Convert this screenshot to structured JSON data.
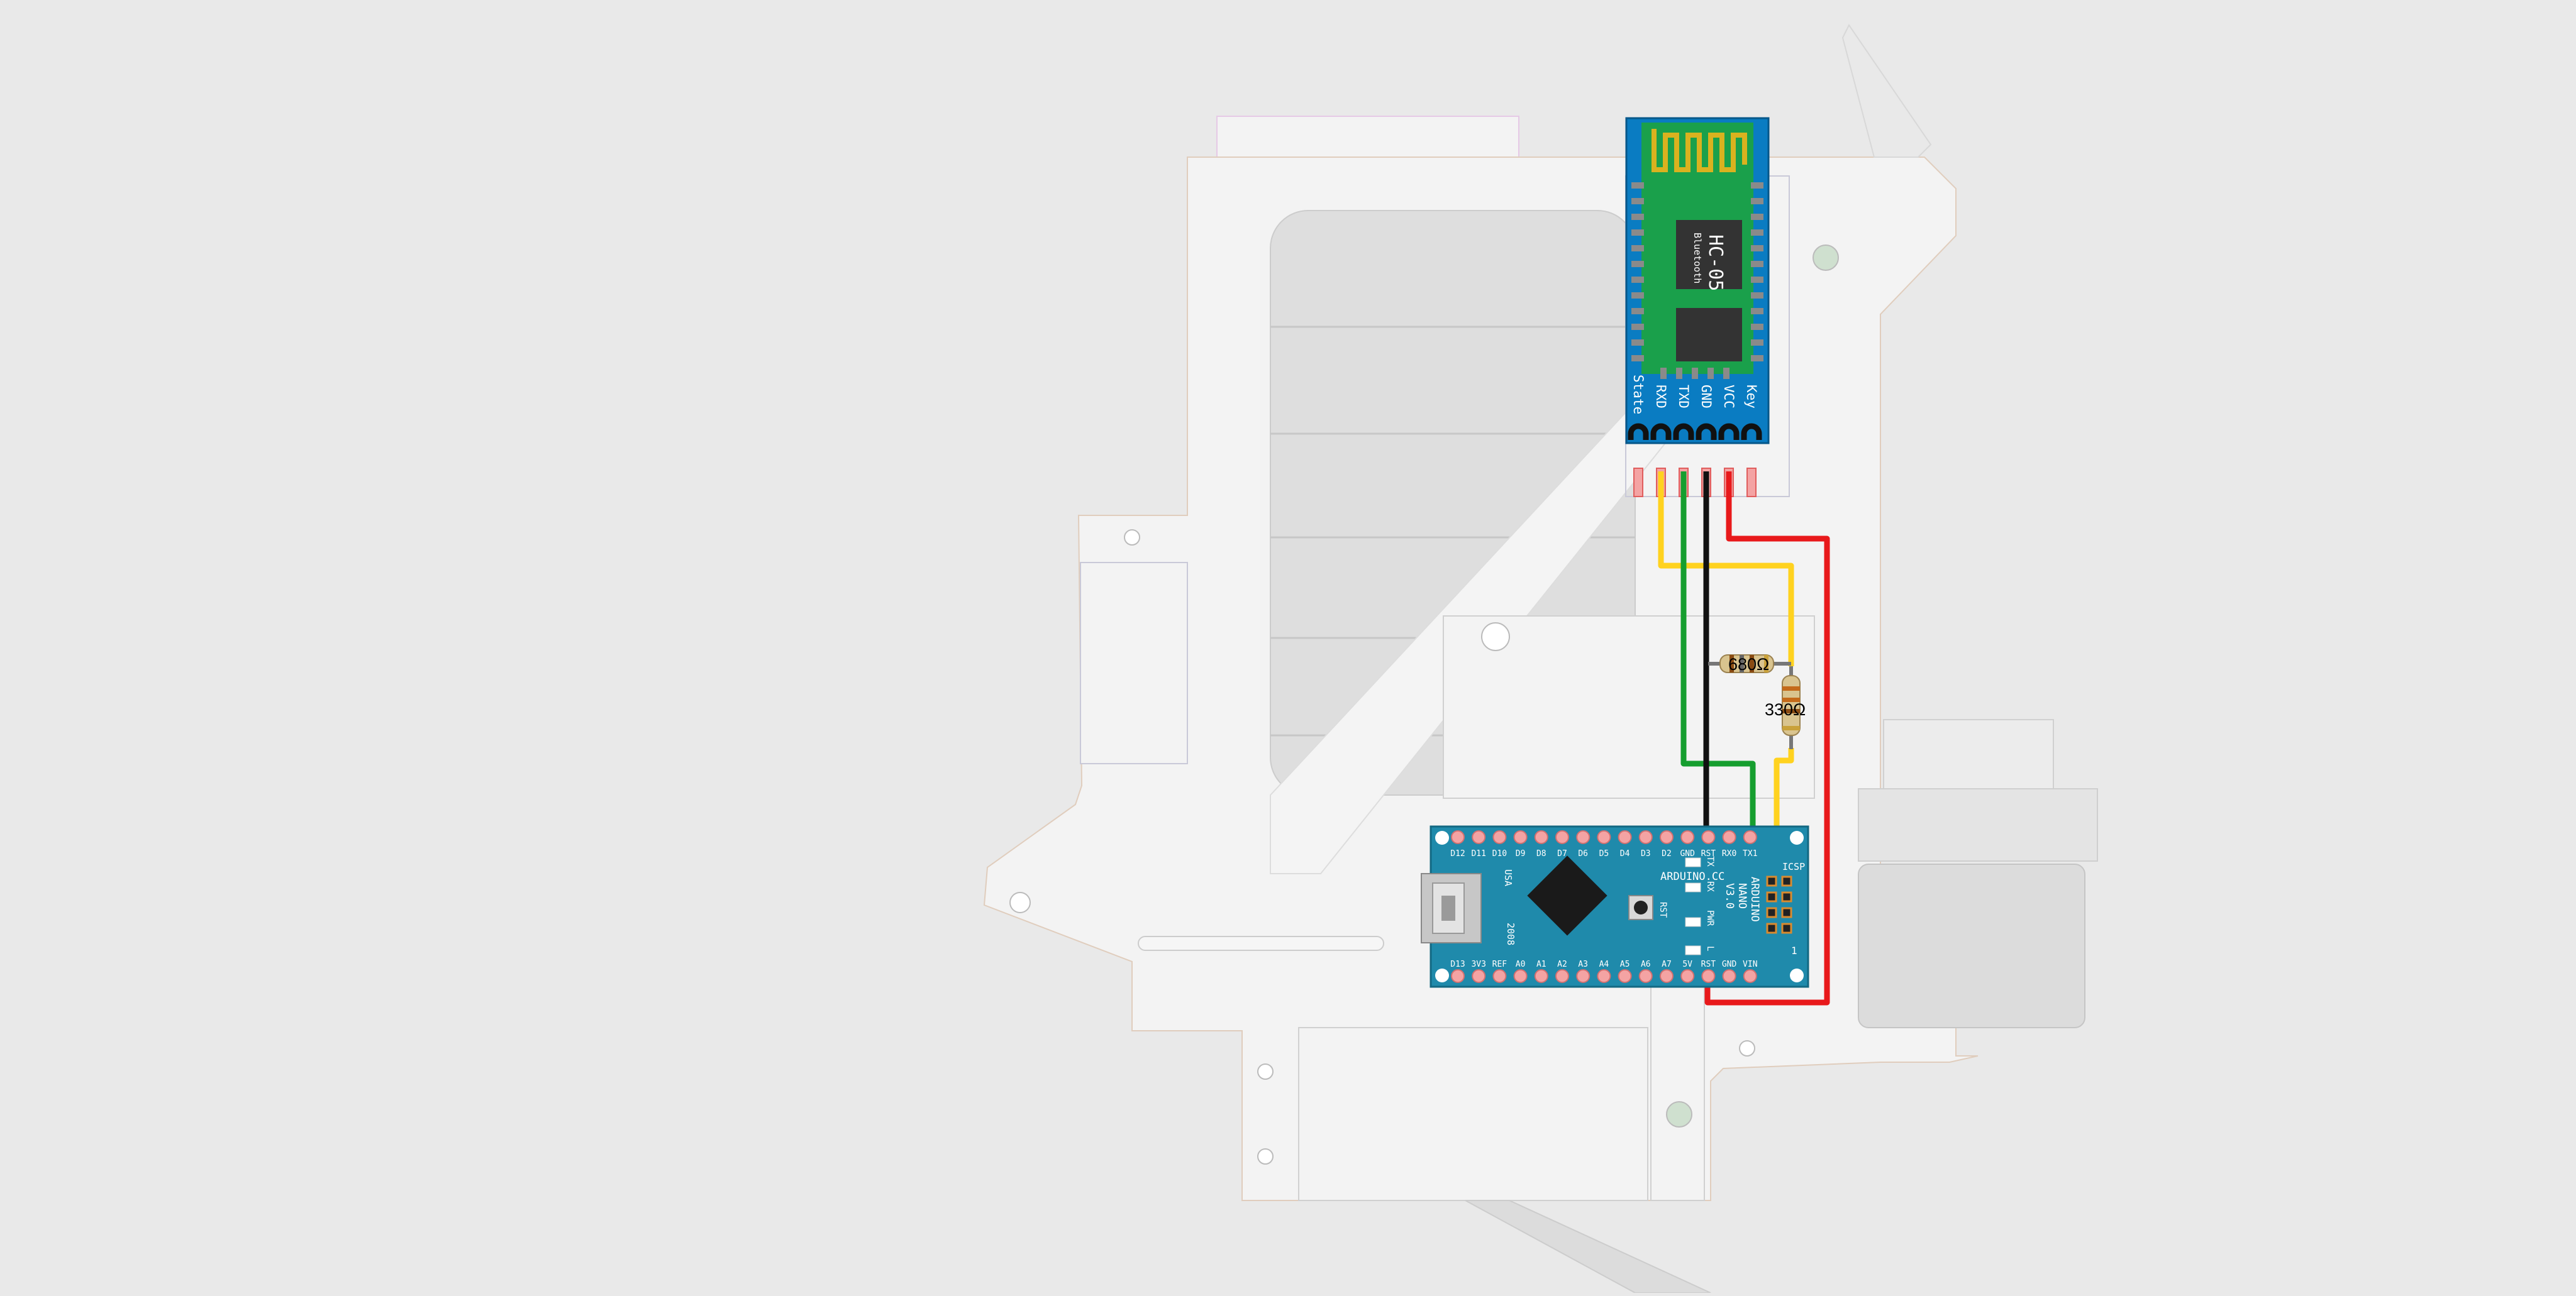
{
  "hc05": {
    "model": "HC-05",
    "subtitle": "Bluetooth",
    "pins": [
      "State",
      "RXD",
      "TXD",
      "GND",
      "VCC",
      "Key"
    ]
  },
  "nano": {
    "brand": "ARDUINO.CC",
    "model_line1": "ARDUINO",
    "model_line2": "NANO",
    "model_line3": "V3.0",
    "origin": "USA",
    "year": "2008",
    "icsp": "ICSP",
    "rst_button": "RST",
    "led_tx": "TX",
    "led_rx": "RX",
    "led_pwr": "PWR",
    "led_l": "L",
    "pin1_marker": "1",
    "top_pins": [
      "D12",
      "D11",
      "D10",
      "D9",
      "D8",
      "D7",
      "D6",
      "D5",
      "D4",
      "D3",
      "D2",
      "GND",
      "RST",
      "RX0",
      "TX1"
    ],
    "bottom_pins": [
      "D13",
      "3V3",
      "REF",
      "A0",
      "A1",
      "A2",
      "A3",
      "A4",
      "A5",
      "A6",
      "A7",
      "5V",
      "RST",
      "GND",
      "VIN"
    ]
  },
  "resistors": [
    {
      "label": "680Ω"
    },
    {
      "label": "330Ω"
    }
  ],
  "wires": [
    {
      "name": "hc05-rxd",
      "color": "#ffd21f"
    },
    {
      "name": "hc05-txd",
      "color": "#169e2f"
    },
    {
      "name": "hc05-gnd",
      "color": "#111111"
    },
    {
      "name": "hc05-vcc",
      "color": "#e8191b"
    }
  ],
  "colors": {
    "hc05_board": "#0a7cc2",
    "hc05_pcb": "#1aa04b",
    "antenna": "#d9b21f",
    "nano_board": "#1f8aab",
    "pad": "#f4a3a3"
  }
}
